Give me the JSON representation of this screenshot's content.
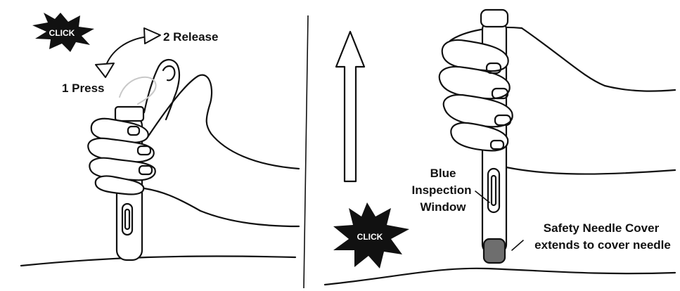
{
  "left_panel": {
    "click_label": "CLICK",
    "step1": "1  Press",
    "step2": "2  Release"
  },
  "right_panel": {
    "click_label": "CLICK",
    "window_label": [
      "Blue",
      "Inspection",
      "Window"
    ],
    "cover_label": [
      "Safety Needle Cover",
      "extends to cover needle"
    ]
  },
  "colors": {
    "ink": "#111111",
    "needle_cover": "#6e6e6e",
    "thumb_ghost": "#c8c8c8"
  }
}
